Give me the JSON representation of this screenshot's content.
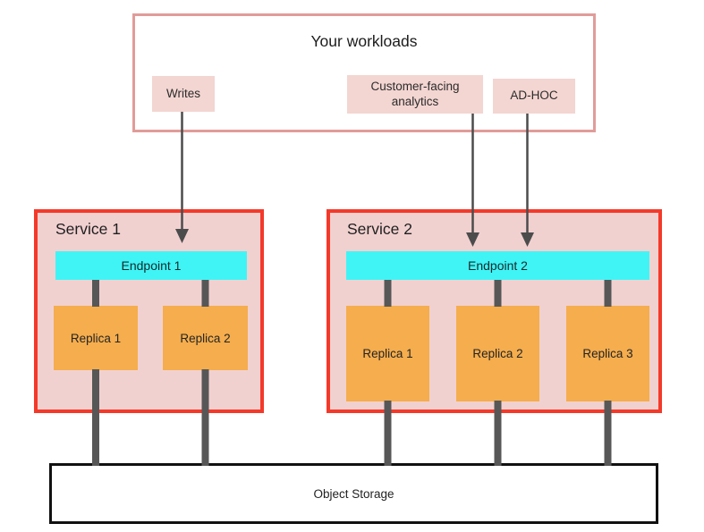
{
  "workloads": {
    "title": "Your workloads",
    "items": [
      {
        "label": "Writes"
      },
      {
        "label": "Customer-facing analytics"
      },
      {
        "label": "AD-HOC"
      }
    ]
  },
  "services": [
    {
      "name": "Service 1",
      "endpoint": "Endpoint 1",
      "replicas": [
        "Replica 1",
        "Replica 2"
      ]
    },
    {
      "name": "Service 2",
      "endpoint": "Endpoint 2",
      "replicas": [
        "Replica 1",
        "Replica 2",
        "Replica 3"
      ]
    }
  ],
  "storage": {
    "label": "Object Storage"
  },
  "colors": {
    "workloads_border": "#e09c99",
    "pill_fill": "#f3d5d1",
    "service_border": "#f4392a",
    "service_fill": "#f1d1d0",
    "endpoint_fill": "#40f4f6",
    "replica_fill": "#f5ad4d",
    "connector_gray": "#575757",
    "arrow_gray": "#4c4c4c",
    "storage_border": "#111111"
  }
}
